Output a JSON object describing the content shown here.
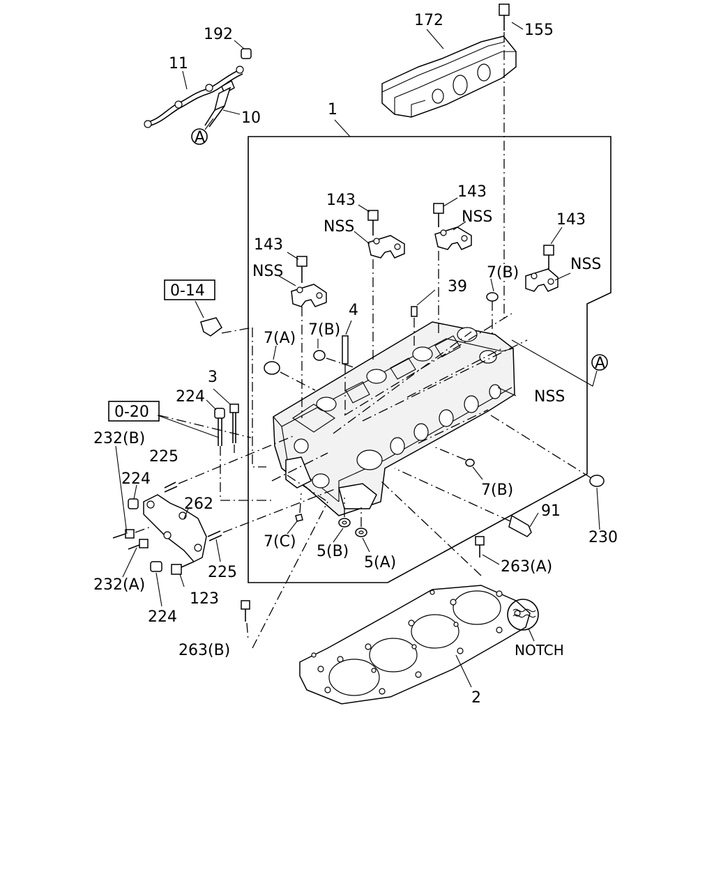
{
  "labels": {
    "l192": "192",
    "l11": "11",
    "l10": "10",
    "l172": "172",
    "l155": "155",
    "l1": "1",
    "l143a": "143",
    "l143b": "143",
    "l143c": "143",
    "l143d": "143",
    "lnss1": "NSS",
    "lnss2": "NSS",
    "lnss3": "NSS",
    "lnss4": "NSS",
    "lnss5": "NSS",
    "l7b_top": "7(B)",
    "l39": "39",
    "l4": "4",
    "l7b_mid": "7(B)",
    "l7a": "7(A)",
    "l3": "3",
    "l224a": "224",
    "l232b": "232(B)",
    "l225a": "225",
    "l224b": "224",
    "l262": "262",
    "l225b": "225",
    "l232a": "232(A)",
    "l123": "123",
    "l224c": "224",
    "l7c": "7(C)",
    "l5b": "5(B)",
    "l5a": "5(A)",
    "l7b_low": "7(B)",
    "l91": "91",
    "l230": "230",
    "l263a": "263(A)",
    "l263b": "263(B)",
    "l2": "2",
    "lnotch": "NOTCH",
    "refA1": "A",
    "refA2": "A",
    "box014": "0-14",
    "box020": "0-20"
  }
}
